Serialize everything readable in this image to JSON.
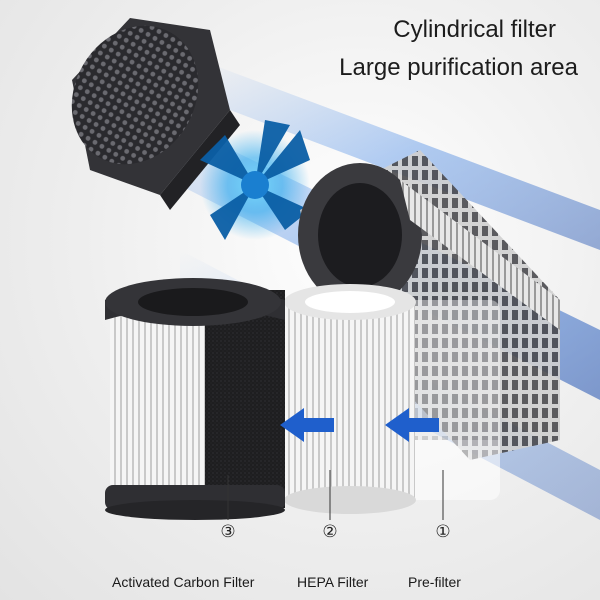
{
  "headline": {
    "line1": "Cylindrical filter",
    "line2": "Large purification area"
  },
  "layers": [
    {
      "number": "③",
      "label": "Activated Carbon Filter"
    },
    {
      "number": "②",
      "label": "HEPA Filter"
    },
    {
      "number": "①",
      "label": "Pre-filter"
    }
  ],
  "colors": {
    "flow_blue": "#1f6fe0",
    "housing_dark": "#2f2f33",
    "carbon_black": "#1e1e20",
    "hepa_white": "#f7f7f7"
  }
}
